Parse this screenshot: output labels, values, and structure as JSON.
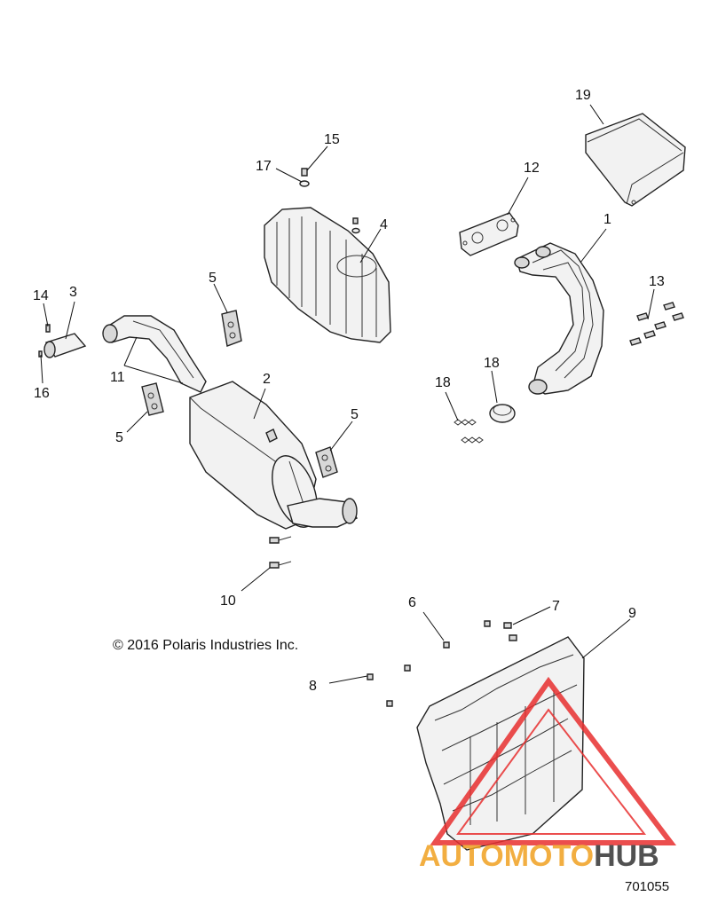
{
  "callouts": [
    {
      "id": "1",
      "label": "1"
    },
    {
      "id": "2",
      "label": "2"
    },
    {
      "id": "3",
      "label": "3"
    },
    {
      "id": "4",
      "label": "4"
    },
    {
      "id": "5a",
      "label": "5"
    },
    {
      "id": "5b",
      "label": "5"
    },
    {
      "id": "5c",
      "label": "5"
    },
    {
      "id": "6",
      "label": "6"
    },
    {
      "id": "7",
      "label": "7"
    },
    {
      "id": "8",
      "label": "8"
    },
    {
      "id": "9",
      "label": "9"
    },
    {
      "id": "10",
      "label": "10"
    },
    {
      "id": "11",
      "label": "11"
    },
    {
      "id": "12",
      "label": "12"
    },
    {
      "id": "13",
      "label": "13"
    },
    {
      "id": "14",
      "label": "14"
    },
    {
      "id": "15",
      "label": "15"
    },
    {
      "id": "16",
      "label": "16"
    },
    {
      "id": "17",
      "label": "17"
    },
    {
      "id": "18a",
      "label": "18"
    },
    {
      "id": "18b",
      "label": "18"
    },
    {
      "id": "19",
      "label": "19"
    }
  ],
  "copyright": "© 2016 Polaris Industries Inc.",
  "figure_number": "701055",
  "watermark": {
    "part1": "AUTOMOTO",
    "part2": "HUB",
    "color_primary": "#f0a020",
    "color_secondary": "#333333",
    "triangle_color": "#e83030"
  }
}
